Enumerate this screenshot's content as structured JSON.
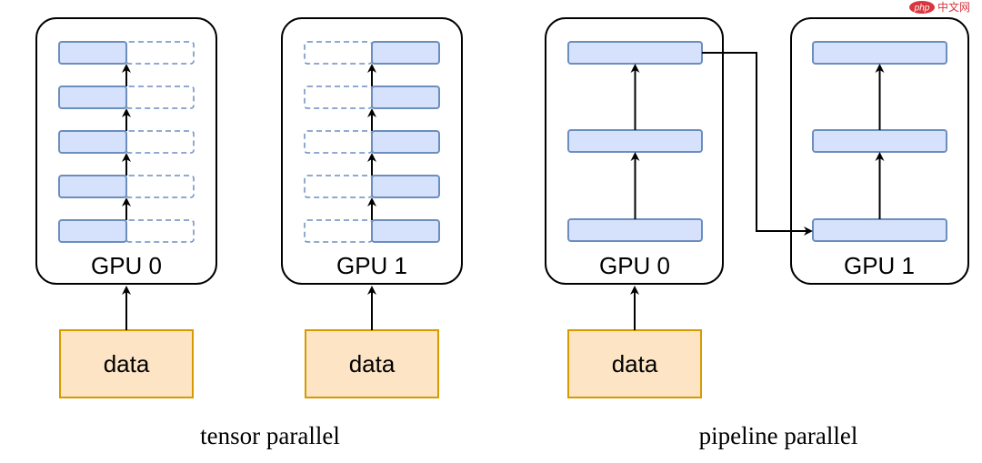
{
  "tensor_parallel": {
    "gpu0_label": "GPU 0",
    "gpu1_label": "GPU 1",
    "data0_label": "data",
    "data1_label": "data",
    "caption": "tensor parallel",
    "layer_count": 5
  },
  "pipeline_parallel": {
    "gpu0_label": "GPU 0",
    "gpu1_label": "GPU 1",
    "data_label": "data",
    "caption": "pipeline parallel",
    "layers_per_gpu": 3
  },
  "watermark": {
    "badge": "php",
    "text": "中文网"
  },
  "colors": {
    "layer_fill": "#d6e2fb",
    "layer_stroke": "#6c8ebf",
    "data_fill": "#fce4c4",
    "data_stroke": "#d79b00"
  }
}
